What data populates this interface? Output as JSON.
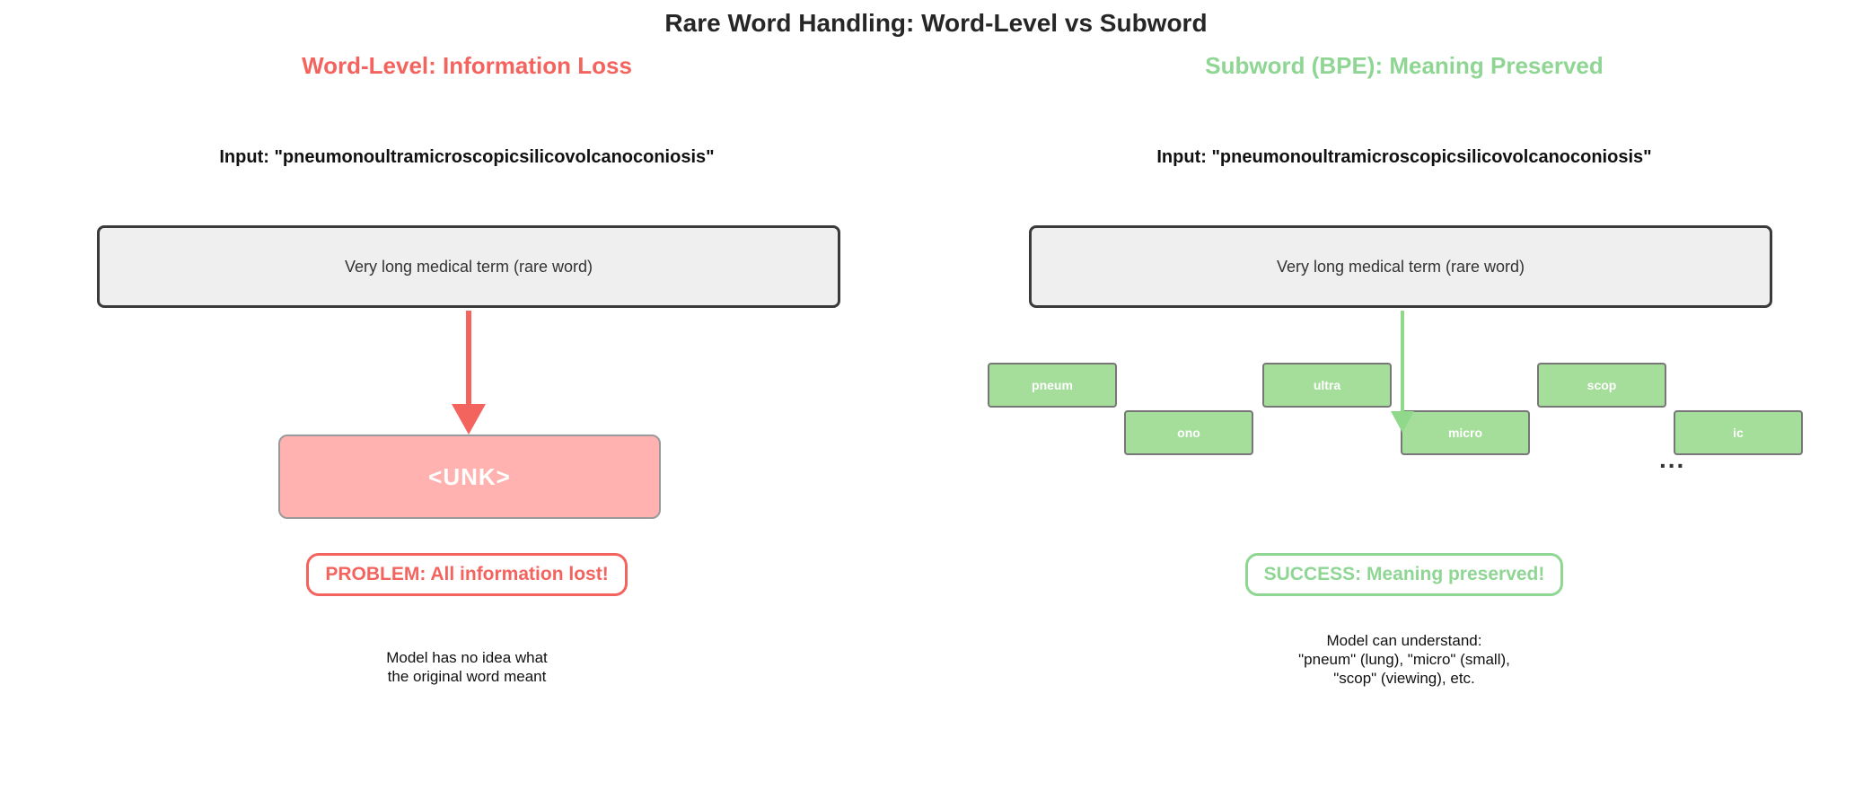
{
  "title": "Rare Word Handling: Word-Level vs Subword",
  "left": {
    "heading": "Word-Level: Information Loss",
    "input_label": "Input: \"pneumonoultramicroscopicsilicovolcanoconiosis\"",
    "term_box_label": "Very long medical term (rare word)",
    "unk_label": "<UNK>",
    "problem_badge": "PROBLEM: All information lost!",
    "note_lines": [
      "Model has no idea what",
      "the original word meant"
    ]
  },
  "right": {
    "heading": "Subword (BPE): Meaning Preserved",
    "input_label": "Input: \"pneumonoultramicroscopicsilicovolcanoconiosis\"",
    "term_box_label": "Very long medical term (rare word)",
    "tokens": [
      "pneum",
      "ono",
      "ultra",
      "micro",
      "scop",
      "ic"
    ],
    "ellipsis": "...",
    "success_badge": "SUCCESS: Meaning preserved!",
    "note_lines": [
      "Model can understand:",
      "\"pneum\" (lung), \"micro\" (small),",
      "\"scop\" (viewing), etc."
    ]
  },
  "colors": {
    "word_level_red": "#f4645f",
    "unk_fill": "#ffb2af",
    "subword_green": "#8fd694",
    "token_fill": "#a5dd9b",
    "term_box_fill": "#efefef",
    "term_box_border": "#3a3a3a"
  }
}
